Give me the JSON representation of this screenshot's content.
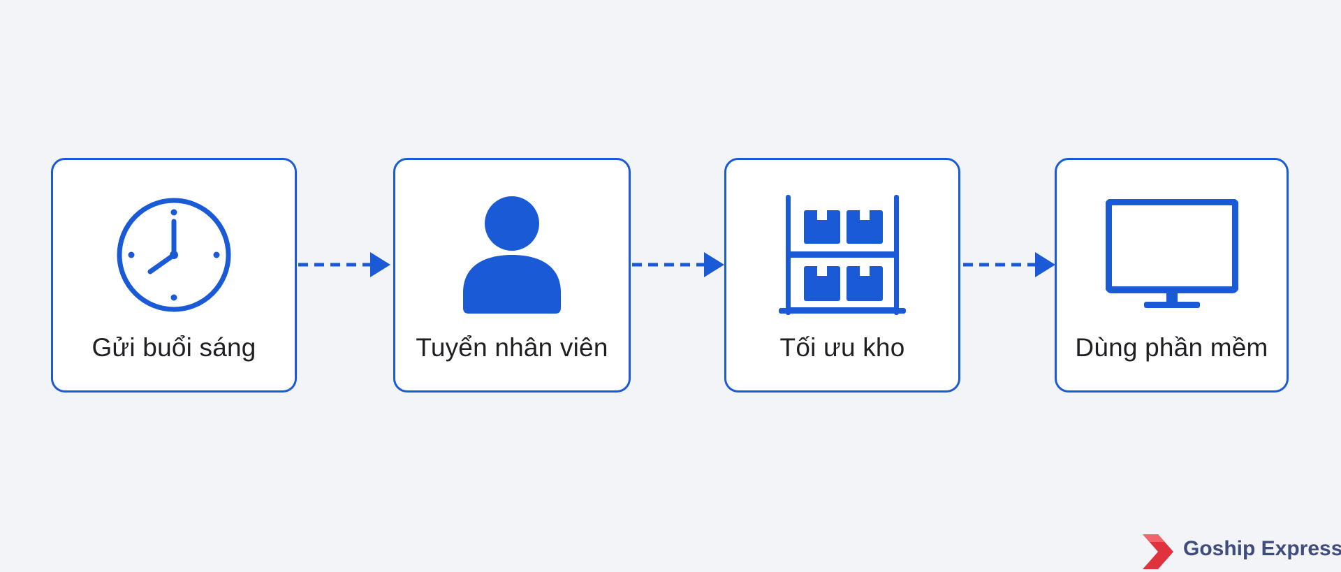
{
  "colors": {
    "accent": "#1a5ad7",
    "background": "#f3f4f7",
    "brand_red": "#e0323c"
  },
  "steps": [
    {
      "label": "Gửi buổi sáng",
      "icon": "clock-icon"
    },
    {
      "label": "Tuyển nhân viên",
      "icon": "person-icon"
    },
    {
      "label": "Tối ưu kho",
      "icon": "warehouse-shelf-icon"
    },
    {
      "label": "Dùng phần mềm",
      "icon": "monitor-icon"
    }
  ],
  "brand": {
    "name": "Goship Express",
    "icon": "chevron-logo-icon"
  }
}
